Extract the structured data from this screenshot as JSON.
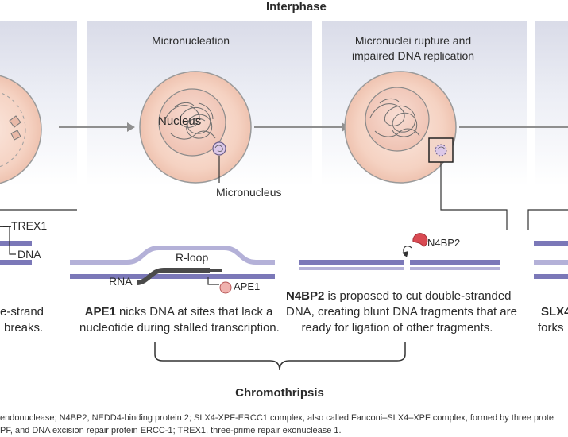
{
  "header": {
    "title": "Interphase"
  },
  "stages": {
    "micronucleation": {
      "label": "Micronucleation"
    },
    "rupture": {
      "label_line1": "Micronuclei rupture and",
      "label_line2": "impaired DNA replication"
    }
  },
  "cell_labels": {
    "nucleus": "Nucleus",
    "micronucleus": "Micronucleus"
  },
  "panels": {
    "trex1": {
      "enzyme_label": "TREX1",
      "dna_label": "DNA",
      "desc_line1": "e-strand",
      "desc_line2": "breaks."
    },
    "ape1": {
      "rloop_label": "R-loop",
      "rna_label": "RNA",
      "enzyme_label": "APE1",
      "desc_bold": "APE1",
      "desc_line1_rest": " nicks DNA at sites that lack a",
      "desc_line2": "nucleotide during stalled transcription."
    },
    "n4bp2": {
      "enzyme_label": "N4BP2",
      "desc_bold": "N4BP2",
      "desc_line1_rest": " is proposed to cut double-stranded",
      "desc_line2": "DNA, creating blunt DNA fragments that are",
      "desc_line3": "ready for ligation of other fragments."
    },
    "slx4": {
      "desc_line1": "SLX4",
      "desc_line2": "forks"
    }
  },
  "outcome": {
    "label": "Chromothripsis"
  },
  "footnote": {
    "line1": "endonuclease; N4BP2, NEDD4-binding protein 2; SLX4-XPF-ERCC1 complex, also called Fanconi–SLX4–XPF complex, formed by three prote",
    "line2": "PF, and DNA excision repair protein ERCC-1; TREX1, three-prime repair exonuclease 1."
  },
  "colors": {
    "dna_strand": "#7b78b8",
    "dna_light": "#b4b1d8",
    "rna": "#4a4a4a",
    "cell_fill": "#f7d9cc",
    "cell_edge": "#8a8a8a",
    "enzyme": "#d94a52",
    "arrow": "#8f8f8f"
  },
  "icons": [
    "arrow-right-icon",
    "n4bp2-enzyme-icon",
    "ape1-enzyme-icon",
    "brace-icon"
  ]
}
